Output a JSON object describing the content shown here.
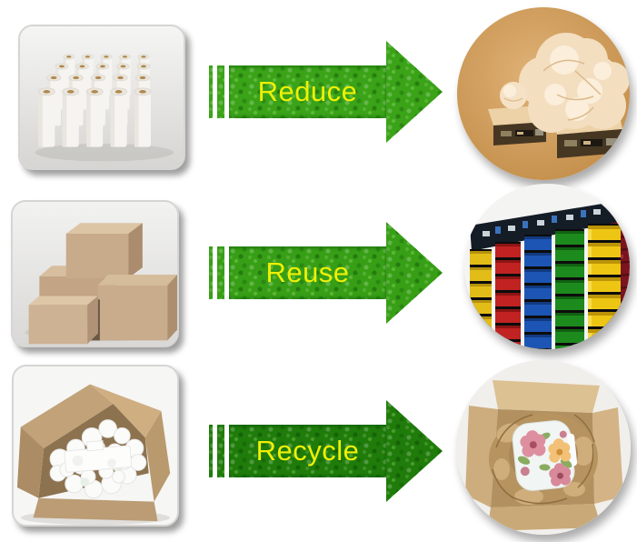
{
  "rows": [
    {
      "label": "Reduce",
      "arrow_color": "#3aa318",
      "label_color": "#eef006",
      "left_image": "plastic-wrap-rolls",
      "right_image": "plastic-film-balls-on-scales"
    },
    {
      "label": "Reuse",
      "arrow_color": "#379f16",
      "label_color": "#eef006",
      "left_image": "cardboard-boxes",
      "right_image": "stacked-colored-crates"
    },
    {
      "label": "Recycle",
      "arrow_color": "#1f7c0a",
      "label_color": "#eef006",
      "left_image": "open-box-with-foam-peanuts",
      "right_image": "dishware-packed-in-paper-box"
    }
  ]
}
